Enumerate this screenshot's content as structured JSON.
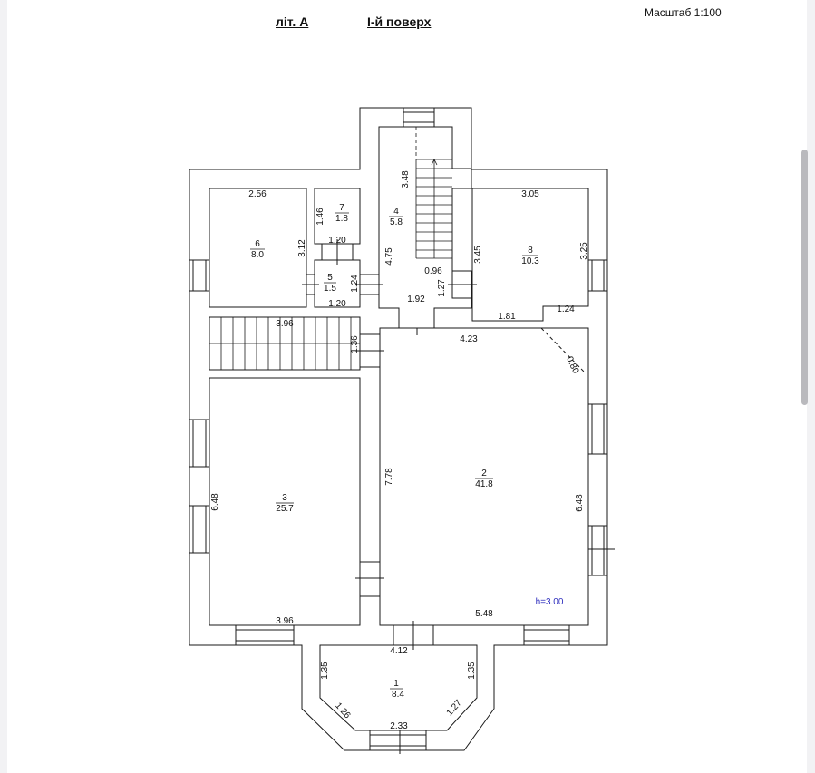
{
  "header": {
    "lit": "літ. А",
    "floor": "І-й поверх",
    "scale": "Масштаб 1:100"
  },
  "rooms": [
    {
      "id": "1",
      "area": "8.4"
    },
    {
      "id": "2",
      "area": "41.8"
    },
    {
      "id": "3",
      "area": "25.7"
    },
    {
      "id": "4",
      "area": "5.8"
    },
    {
      "id": "5",
      "area": "1.5"
    },
    {
      "id": "6",
      "area": "8.0"
    },
    {
      "id": "7",
      "area": "1.8"
    },
    {
      "id": "8",
      "area": "10.3"
    }
  ],
  "dims": {
    "d256": "2.56",
    "d312": "3.12",
    "d146": "1.46",
    "d120a": "1.20",
    "d124a": "1.24",
    "d120b": "1.20",
    "d348": "3.48",
    "d475": "4.75",
    "d096": "0.96",
    "d192": "1.92",
    "d127a": "1.27",
    "d305": "3.05",
    "d345": "3.45",
    "d325": "3.25",
    "d181": "1.81",
    "d124b": "1.24",
    "d396a": "3.96",
    "d136": "1.36",
    "d423": "4.23",
    "d080": "0.80",
    "d648a": "6.48",
    "d396b": "3.96",
    "d778": "7.78",
    "d648b": "6.48",
    "d548": "5.48",
    "d412": "4.12",
    "d135a": "1.35",
    "d135b": "1.35",
    "d126": "1.26",
    "d127b": "1.27",
    "d233": "2.33"
  },
  "height_label": "h=3.00"
}
